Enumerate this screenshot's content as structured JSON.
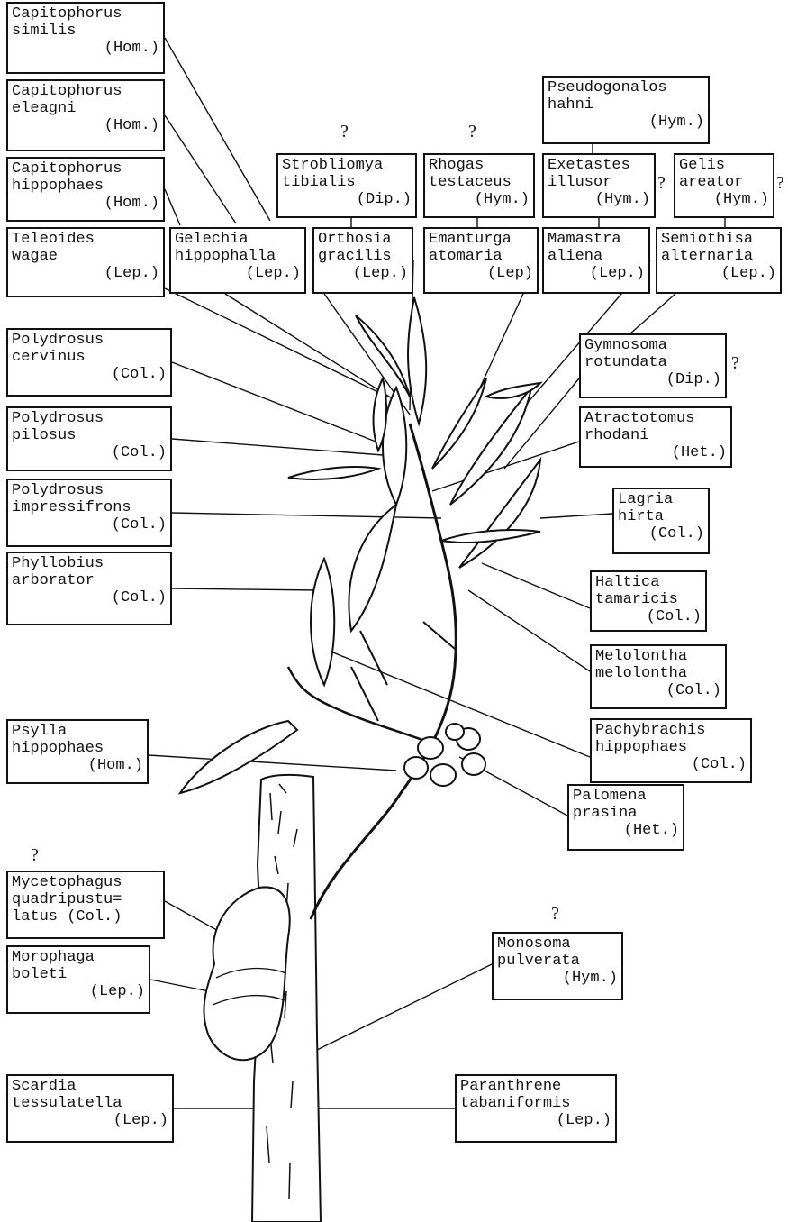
{
  "diagram": {
    "boxes": [
      {
        "name": "capitophorus-similis",
        "l1": "Capitophorus",
        "l2": "similis",
        "order": "(Hom.)",
        "qmark": false
      },
      {
        "name": "capitophorus-eleagni",
        "l1": "Capitophorus",
        "l2": "eleagni",
        "order": "(Hom.)",
        "qmark": false
      },
      {
        "name": "capitophorus-hippophaes",
        "l1": "Capitophorus",
        "l2": "hippophaes",
        "order": "(Hom.)",
        "qmark": false
      },
      {
        "name": "teleoides-wagae",
        "l1": "Teleoides",
        "l2": "wagae",
        "order": "(Lep.)",
        "qmark": false
      },
      {
        "name": "gelechia-hippophalla",
        "l1": "Gelechia",
        "l2": "hippophalla",
        "order": "(Lep.)",
        "qmark": false
      },
      {
        "name": "strobliomya-tibialis",
        "l1": "Strobliomya",
        "l2": "tibialis",
        "order": "(Dip.)",
        "qmark": true
      },
      {
        "name": "orthosia-gracilis",
        "l1": "Orthosia",
        "l2": "gracilis",
        "order": "(Lep.)",
        "qmark": false
      },
      {
        "name": "rhogas-testaceus",
        "l1": "Rhogas",
        "l2": "testaceus",
        "order": "(Hym.)",
        "qmark": true
      },
      {
        "name": "emanturga-atomaria",
        "l1": "Emanturga",
        "l2": "atomaria",
        "order": "(Lep)",
        "qmark": false
      },
      {
        "name": "pseudogonalos-hahni",
        "l1": "Pseudogonalos",
        "l2": "hahni",
        "order": "(Hym.)",
        "qmark": false
      },
      {
        "name": "exetastes-illusor",
        "l1": "Exetastes",
        "l2": "illusor",
        "order": "(Hym.)",
        "qmark": true
      },
      {
        "name": "gelis-areator",
        "l1": "Gelis",
        "l2": "areator",
        "order": "(Hym.)",
        "qmark": true
      },
      {
        "name": "mamastra-aliena",
        "l1": "Mamastra",
        "l2": "aliena",
        "order": "(Lep.)",
        "qmark": false
      },
      {
        "name": "semiothisa-alternaria",
        "l1": "Semiothisa",
        "l2": "alternaria",
        "order": "(Lep.)",
        "qmark": false
      },
      {
        "name": "polydrosus-cervinus",
        "l1": "Polydrosus",
        "l2": "cervinus",
        "order": "(Col.)",
        "qmark": false
      },
      {
        "name": "polydrosus-pilosus",
        "l1": "Polydrosus",
        "l2": "pilosus",
        "order": "(Col.)",
        "qmark": false
      },
      {
        "name": "polydrosus-impressifrons",
        "l1": "Polydrosus",
        "l2": "impressifrons",
        "order": "(Col.)",
        "qmark": false
      },
      {
        "name": "phyllobius-arborator",
        "l1": "Phyllobius",
        "l2": "arborator",
        "order": "(Col.)",
        "qmark": false
      },
      {
        "name": "gymnosoma-rotundata",
        "l1": "Gymnosoma",
        "l2": "rotundata",
        "order": "(Dip.)",
        "qmark": true
      },
      {
        "name": "atractotomus-rhodani",
        "l1": "Atractotomus",
        "l2": "rhodani",
        "order": "(Het.)",
        "qmark": false
      },
      {
        "name": "lagria-hirta",
        "l1": "Lagria",
        "l2": "hirta",
        "order": "(Col.)",
        "qmark": false
      },
      {
        "name": "haltica-tamaricis",
        "l1": "Haltica",
        "l2": "tamaricis",
        "order": "(Col.)",
        "qmark": false
      },
      {
        "name": "melolontha-melolontha",
        "l1": "Melolontha",
        "l2": "melolontha",
        "order": "(Col.)",
        "qmark": false
      },
      {
        "name": "pachybrachis-hippophaes",
        "l1": "Pachybrachis",
        "l2": "hippophaes",
        "order": "(Col.)",
        "qmark": false
      },
      {
        "name": "psylla-hippophaes",
        "l1": "Psylla",
        "l2": "hippophaes",
        "order": "(Hom.)",
        "qmark": false
      },
      {
        "name": "palomena-prasina",
        "l1": "Palomena",
        "l2": "prasina",
        "order": "(Het.)",
        "qmark": false
      },
      {
        "name": "mycetophagus-quadripustulatus",
        "l1": "Mycetophagus",
        "l2": "quadripustu=",
        "l3": "latus (Col.)",
        "qmark": true
      },
      {
        "name": "morophaga-boleti",
        "l1": "Morophaga",
        "l2": "boleti",
        "order": "(Lep.)",
        "qmark": false
      },
      {
        "name": "monosoma-pulverata",
        "l1": "Monosoma",
        "l2": "pulverata",
        "order": "(Hym.)",
        "qmark": true
      },
      {
        "name": "scardia-tessulatella",
        "l1": "Scardia",
        "l2": "tessulatella",
        "order": "(Lep.)",
        "qmark": false
      },
      {
        "name": "paranthrene-tabaniformis",
        "l1": "Paranthrene",
        "l2": "tabaniformis",
        "order": "(Lep.)",
        "qmark": false
      }
    ],
    "qmark_glyph": "?",
    "ink_color": "#111111",
    "leaf_fill": "#ffffff"
  }
}
